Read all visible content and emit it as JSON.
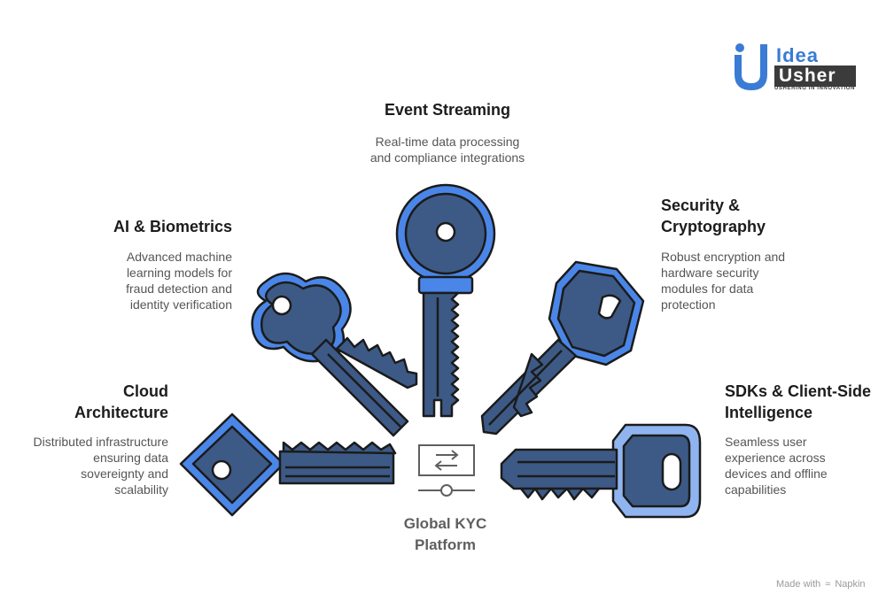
{
  "logo": {
    "line1": "Idea",
    "line2": "Usher",
    "tagline": "USHERING IN INNOVATION"
  },
  "center": {
    "label": "Global KYC Platform",
    "icon": "swap-arrows-slider-icon"
  },
  "items": {
    "event_streaming": {
      "title": "Event Streaming",
      "desc": "Real-time data processing and compliance integrations"
    },
    "ai_biometrics": {
      "title": "AI & Biometrics",
      "desc": "Advanced machine learning models for fraud detection and identity verification"
    },
    "security": {
      "title": "Security & Cryptography",
      "desc": "Robust encryption and hardware security modules for data protection"
    },
    "cloud": {
      "title": "Cloud Architecture",
      "desc": "Distributed infrastructure ensuring data sovereignty and scalability"
    },
    "sdks": {
      "title": "SDKs & Client-Side Intelligence",
      "desc": "Seamless user experience across devices and offline capabilities"
    }
  },
  "footer": {
    "made_with": "Made with",
    "brand": "Napkin"
  },
  "colors": {
    "key_fill": "#3d5a86",
    "key_outline": "#1b1b1b",
    "key_accent": "#4a86e8",
    "key_light": "#8fb4f0",
    "logo_blue": "#3a7bd5",
    "logo_dark": "#3b3b3b"
  }
}
